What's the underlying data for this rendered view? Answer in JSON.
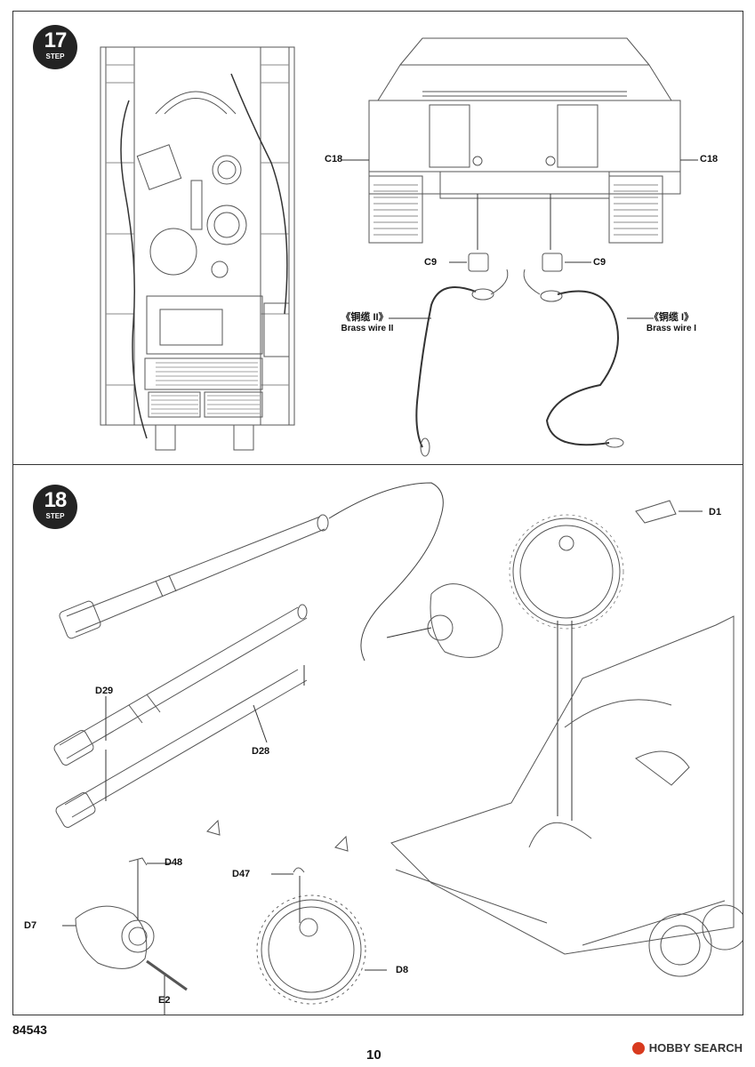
{
  "steps": [
    {
      "number": "17",
      "label": "STEP"
    },
    {
      "number": "18",
      "label": "STEP"
    }
  ],
  "step17": {
    "part_c18_left": "C18",
    "part_c18_right": "C18",
    "part_c9_left": "C9",
    "part_c9_right": "C9",
    "wire_left_cn": "《铜缆 II》",
    "wire_left_en": "Brass wire II",
    "wire_right_cn": "《铜缆 I》",
    "wire_right_en": "Brass wire I"
  },
  "step18": {
    "part_d1": "D1",
    "part_d29": "D29",
    "part_d28": "D28",
    "part_d48": "D48",
    "part_d7": "D7",
    "part_e2": "E2",
    "part_d47": "D47",
    "part_d8": "D8"
  },
  "footer": {
    "kit_number": "84543",
    "page_number": "10"
  },
  "watermark": {
    "text": "HOBBY SEARCH",
    "logo_color": "#d83a1e"
  }
}
